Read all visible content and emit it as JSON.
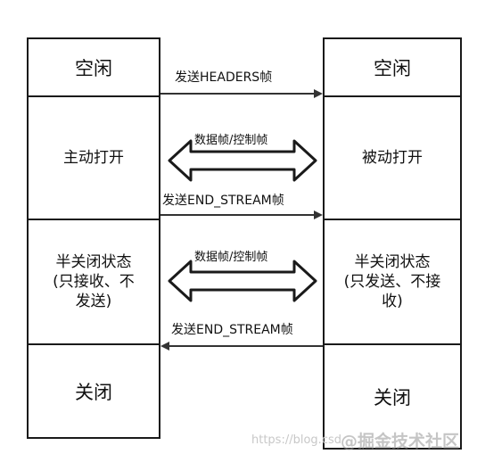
{
  "left_column": {
    "idle": "空闲",
    "open": "主动打开",
    "half_closed": [
      "半关闭状态",
      "(只接收、不",
      "发送)"
    ],
    "closed": "关闭"
  },
  "right_column": {
    "idle": "空闲",
    "open": "被动打开",
    "half_closed": [
      "半关闭状态",
      "(只发送、不接",
      "收)"
    ],
    "closed": "关闭"
  },
  "arrows": {
    "send_headers": "发送HEADERS帧",
    "data_control_1": "数据帧/控制帧",
    "send_end_stream_1": "发送END_STREAM帧",
    "data_control_2": "数据帧/控制帧",
    "send_end_stream_2": "发送END_STREAM帧"
  },
  "watermark": {
    "url": "https://blog.csd",
    "brand": "@掘金技术社区"
  }
}
